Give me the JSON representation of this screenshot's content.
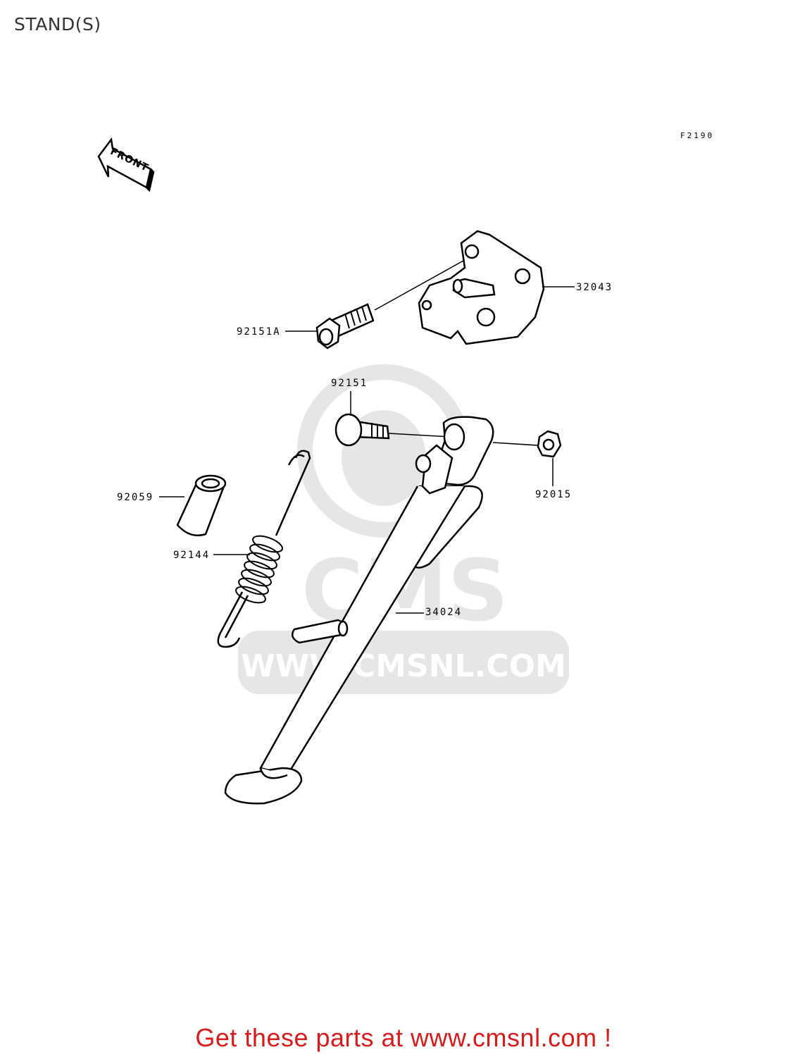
{
  "page_title": "STAND(S)",
  "diagram_code": "F2190",
  "front_label": "FRONT",
  "parts": [
    {
      "number": "32043"
    },
    {
      "number": "92151A"
    },
    {
      "number": "92151"
    },
    {
      "number": "92015"
    },
    {
      "number": "92059"
    },
    {
      "number": "92144"
    },
    {
      "number": "34024"
    }
  ],
  "watermark": {
    "brand": "CMS",
    "url": "WWW.CMSNL.COM",
    "color": "#e6e6e6"
  },
  "footer": {
    "text": "Get these parts at www.cmsnl.com !",
    "color": "#d81b1b"
  }
}
